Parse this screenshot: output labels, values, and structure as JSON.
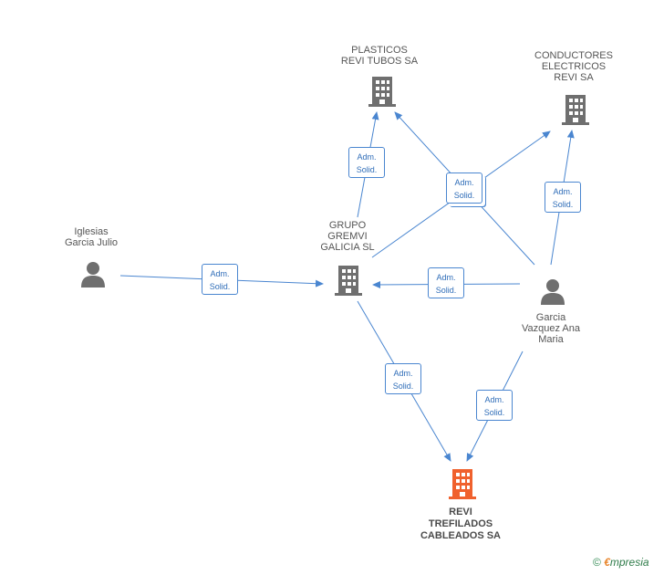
{
  "nodes": {
    "plasticos": {
      "label": "PLASTICOS\nREVI TUBOS SA"
    },
    "conductores": {
      "label": "CONDUCTORES\nELECTRICOS\nREVI SA"
    },
    "grupo": {
      "label": "GRUPO\nGREMVI\nGALICIA SL"
    },
    "iglesias": {
      "label": "Iglesias\nGarcia Julio"
    },
    "garcia": {
      "label": "Garcia\nVazquez Ana\nMaria"
    },
    "revi": {
      "label": "REVI\nTREFILADOS\nCABLEADOS SA"
    }
  },
  "edge_label": "Adm.\nSolid.",
  "colors": {
    "edge": "#4a86d0",
    "company_icon": "#6f6f6f",
    "person_icon": "#6f6f6f",
    "focus_company_icon": "#f0612d"
  },
  "footer": {
    "copyright": "©",
    "brand_first": "€",
    "brand_rest": "mpresia"
  }
}
